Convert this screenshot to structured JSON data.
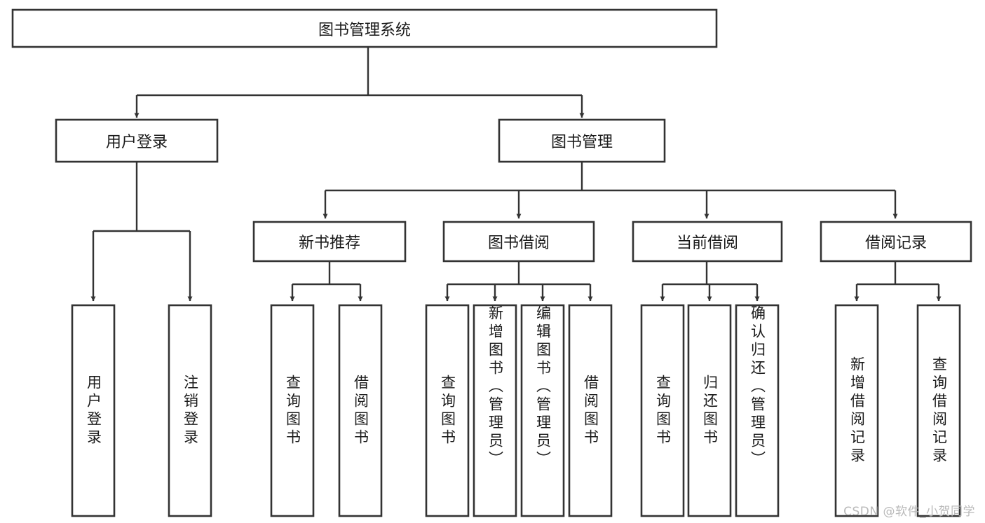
{
  "diagram": {
    "title": "图书管理系统",
    "type": "tree-hierarchy-diagram",
    "watermark": "CSDN @软件_小贺同学",
    "colors": {
      "stroke": "#333333",
      "fill": "#ffffff",
      "text": "#1a1a1a",
      "watermark": "#b9b9b9"
    },
    "root": {
      "label": "图书管理系统"
    },
    "level2": [
      {
        "label": "用户登录"
      },
      {
        "label": "图书管理"
      }
    ],
    "level3": [
      {
        "label": "新书推荐"
      },
      {
        "label": "图书借阅"
      },
      {
        "label": "当前借阅"
      },
      {
        "label": "借阅记录"
      }
    ],
    "leaves": {
      "user_login": [
        {
          "label": "用户登录"
        },
        {
          "label": "注销登录"
        }
      ],
      "new_book_recommend": [
        {
          "label": "查询图书"
        },
        {
          "label": "借阅图书"
        }
      ],
      "book_borrow": [
        {
          "label": "查询图书"
        },
        {
          "label": "新增图书（管理员）"
        },
        {
          "label": "编辑图书（管理员）"
        },
        {
          "label": "借阅图书"
        }
      ],
      "current_borrow": [
        {
          "label": "查询图书"
        },
        {
          "label": "归还图书"
        },
        {
          "label": "确认归还（管理员）"
        }
      ],
      "borrow_record": [
        {
          "label": "新增借阅记录"
        },
        {
          "label": "查询借阅记录"
        }
      ]
    }
  }
}
